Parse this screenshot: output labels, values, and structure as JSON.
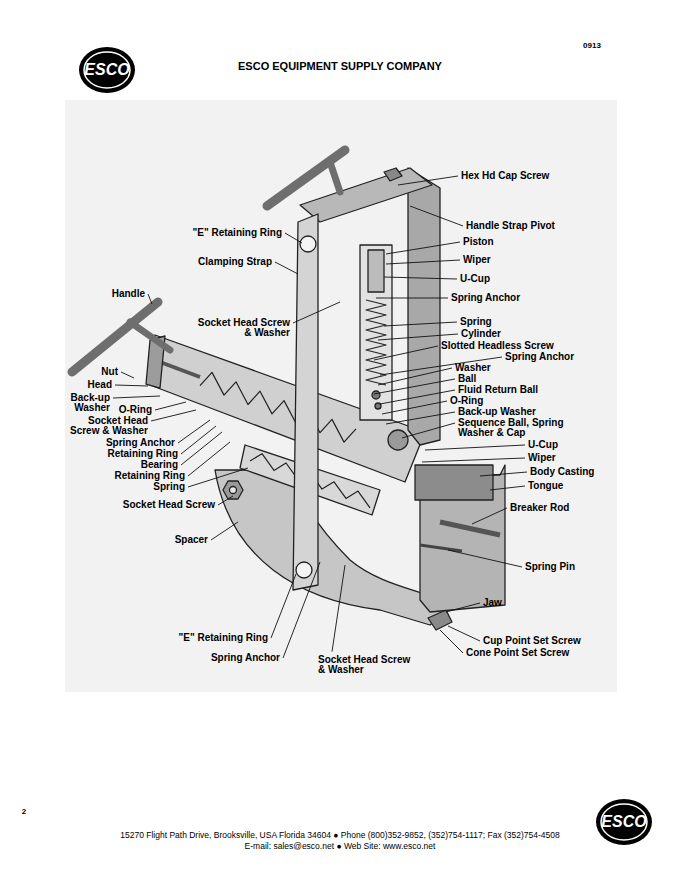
{
  "diagram": {
    "title": "ESCO EQUIPMENT SUPPLY COMPANY",
    "labels": [
      "0913",
      "ESCO",
      "Hex Hd Cap Screw",
      "Handle Strap Pivot",
      "Piston",
      "Wiper",
      "U-Cup",
      "Spring Anchor",
      "Spring",
      "Cylinder",
      "Slotted Headless Screw",
      "Spring Anchor",
      "Washer",
      "Ball",
      "Fluid Return Ball",
      "O-Ring",
      "Back-up Washer",
      "Sequence Ball, Spring Washer & Cap",
      "U-Cup",
      "Wiper",
      "Body Casting",
      "Tongue",
      "Breaker Rod",
      "Spring Pin",
      "Jaw",
      "Cup Point Set Screw",
      "Cone Point Set Screw",
      "\"E\" Retaining Ring",
      "Clamping Strap",
      "Handle",
      "Socket Head Screw & Washer",
      "Nut",
      "Head",
      "Back-up Washer",
      "O-Ring",
      "Socket Head Screw & Washer",
      "Spring Anchor",
      "Retaining Ring",
      "Bearing",
      "Retaining Ring",
      "Spring",
      "Socket Head Screw",
      "Spacer",
      "\"E\" Retaining Ring",
      "Spring Anchor",
      "Socket Head Screw & Washer",
      "2",
      "15270 Flight Path Drive, Brooksville, USA Florida 34604 ● Phone (800)352-9852, (352)754-1117; Fax (352)754-4508",
      "E-mail: sales@esco.net ● Web Site: www.esco.net",
      "ESCO"
    ]
  }
}
